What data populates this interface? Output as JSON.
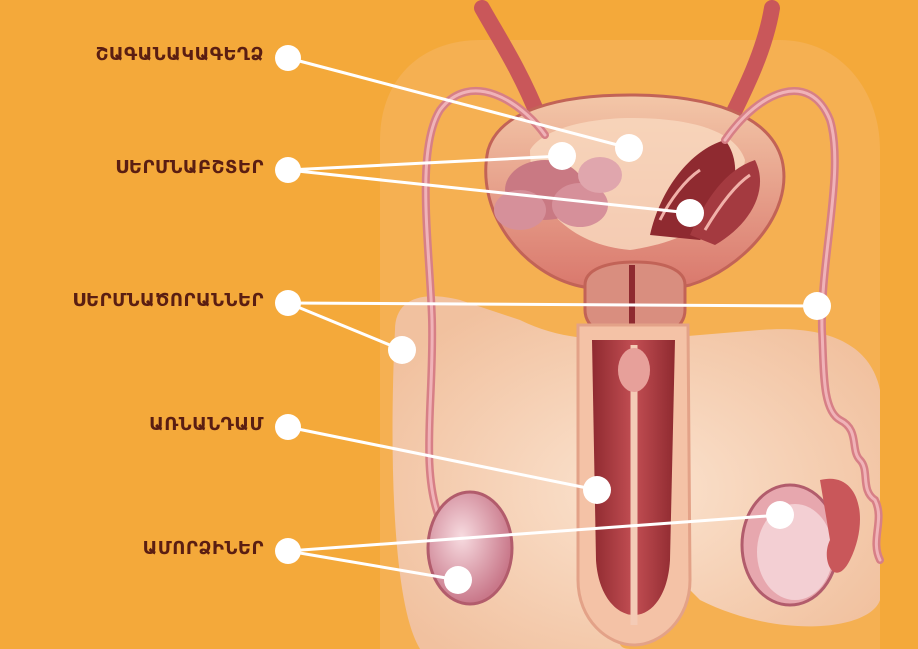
{
  "colors": {
    "background": "#f4a93a",
    "label_text": "#5a1e12",
    "leader_line": "#ffffff",
    "skin": "#f6cdb0",
    "tissue_dark": "#8f2a30",
    "tissue_mid": "#c9575a",
    "tissue_light": "#e89a8e",
    "duct": "#d77f86"
  },
  "labels": [
    {
      "id": "bladder",
      "text": "ՇԱԳԱՆԱԿԱԳԵՂՁ"
    },
    {
      "id": "seminal-vesicles",
      "text": "ՍԵՐՄՆԱԲՇՏԵՐ"
    },
    {
      "id": "vas-deferens",
      "text": "ՍԵՐՄՆԱԾՈՐԱՆՆԵՐ"
    },
    {
      "id": "penis",
      "text": "ԱՌՆԱՆԴԱՄ"
    },
    {
      "id": "testes",
      "text": "ԱՄՈՐՁԻՆԵՐ"
    }
  ]
}
